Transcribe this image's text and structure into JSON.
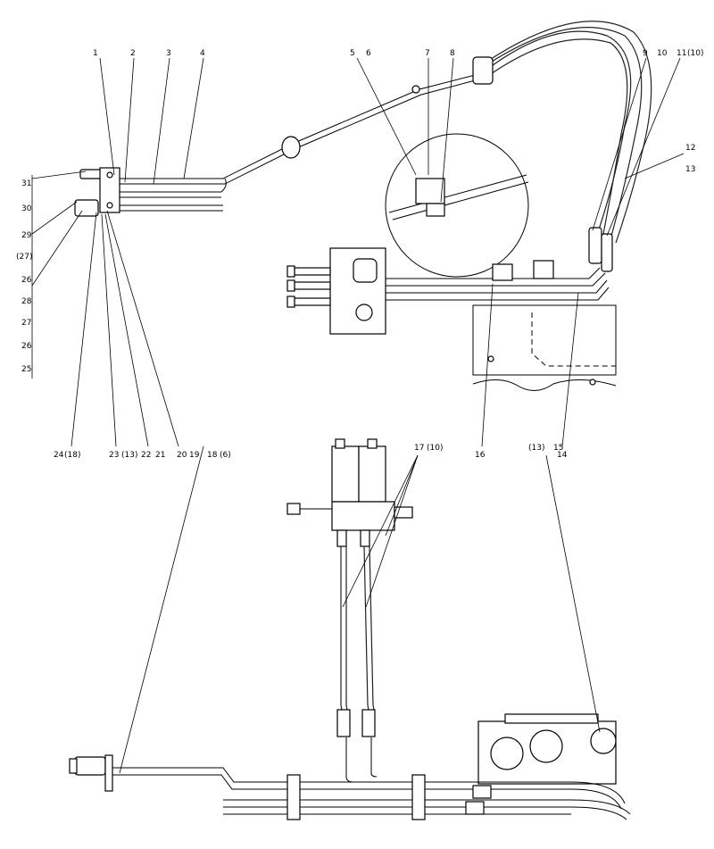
{
  "diagram": {
    "callouts_top": [
      "1",
      "2",
      "3",
      "4",
      "5",
      "6",
      "7",
      "8",
      "9",
      "10",
      "11",
      "(10)",
      "12",
      "13",
      "14",
      "16"
    ],
    "callouts_left": [
      "31",
      "30",
      "29",
      "(27)",
      "26",
      "28",
      "27",
      "26",
      "25"
    ],
    "callouts_bottom_left": [
      "24",
      "(18)",
      "23",
      "(13)",
      "22",
      "21",
      "20",
      "19",
      "18",
      "(6)"
    ],
    "callouts_lower": [
      "17",
      "(10)",
      "(13)",
      "15"
    ]
  },
  "icons": {
    "control_valve": "hydraulic-valve-icon",
    "quick_coupler": "quick-coupler-icon",
    "pump": "pump-icon"
  }
}
